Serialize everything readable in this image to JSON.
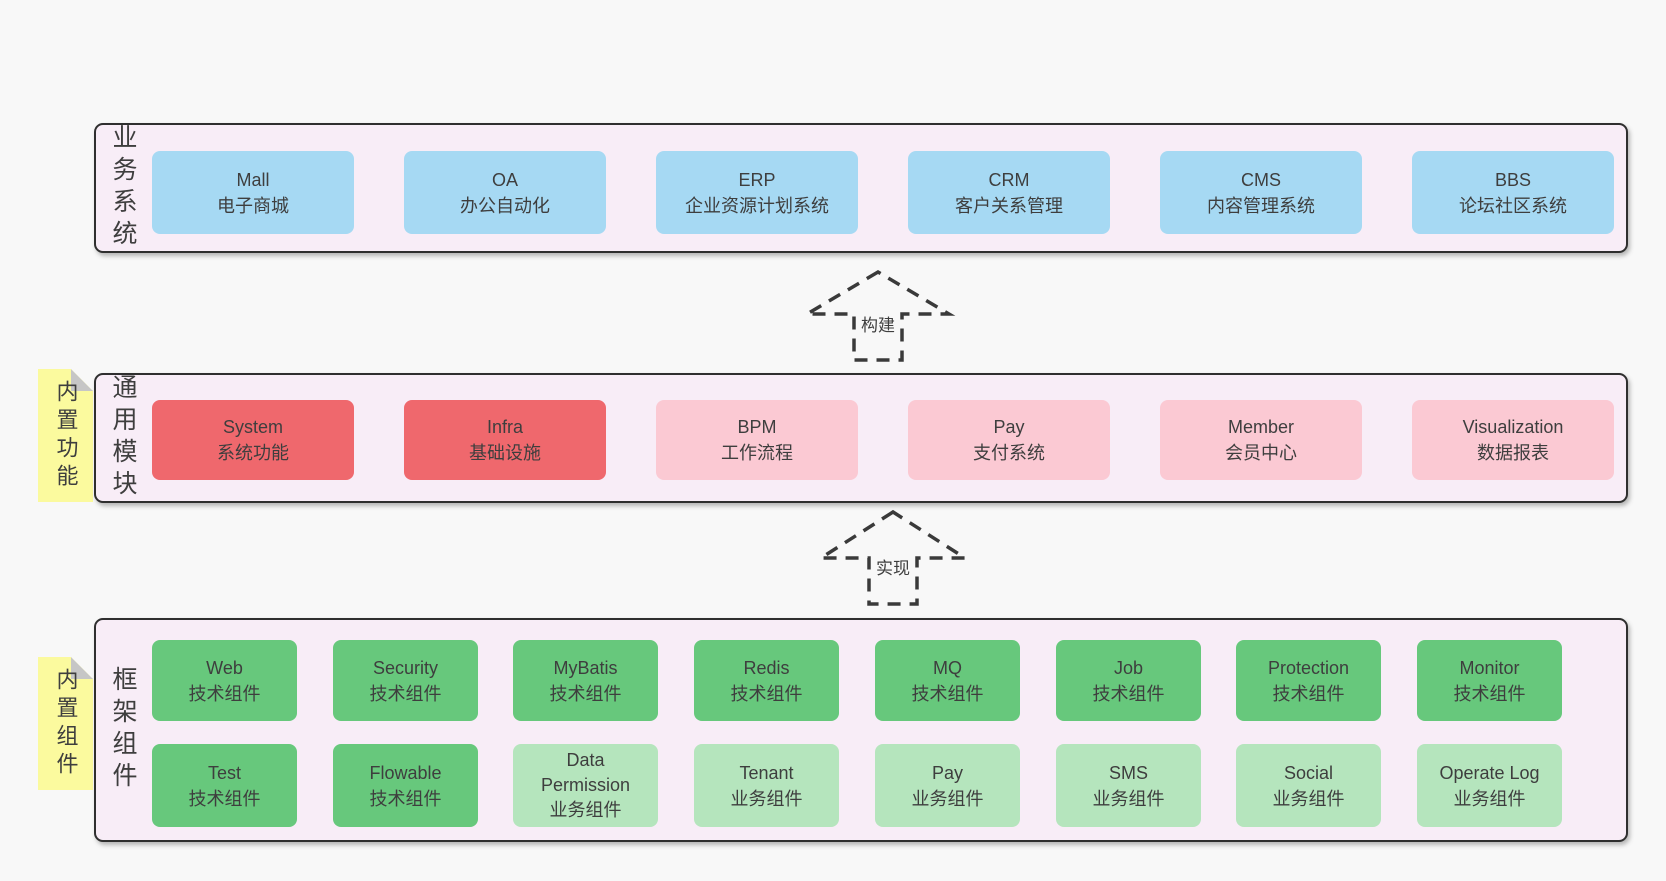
{
  "colors": {
    "page_bg": "#f8f8f8",
    "container_bg": "#f8edf7",
    "container_border": "#2f2f2f",
    "business_box_blue": "#a6d9f3",
    "core_module_red": "#ef686d",
    "module_pink": "#fbc9d3",
    "tech_component_green": "#67c87c",
    "biz_component_light_green": "#b5e5bd",
    "sticky_note_yellow": "#fbfa9e",
    "text": "#3e3e3e"
  },
  "arrows": [
    {
      "label": "构建"
    },
    {
      "label": "实现"
    }
  ],
  "layers": [
    {
      "side_label": "业务系统",
      "boxes": [
        {
          "name": "Mall",
          "sub": "电子商城"
        },
        {
          "name": "OA",
          "sub": "办公自动化"
        },
        {
          "name": "ERP",
          "sub": "企业资源计划系统"
        },
        {
          "name": "CRM",
          "sub": "客户关系管理"
        },
        {
          "name": "CMS",
          "sub": "内容管理系统"
        },
        {
          "name": "BBS",
          "sub": "论坛社区系统"
        }
      ]
    },
    {
      "side_label": "通用模块",
      "note": "内置功能",
      "boxes": [
        {
          "name": "System",
          "sub": "系统功能"
        },
        {
          "name": "Infra",
          "sub": "基础设施"
        },
        {
          "name": "BPM",
          "sub": "工作流程"
        },
        {
          "name": "Pay",
          "sub": "支付系统"
        },
        {
          "name": "Member",
          "sub": "会员中心"
        },
        {
          "name": "Visualization",
          "sub": "数据报表"
        }
      ]
    },
    {
      "side_label": "框架组件",
      "note": "内置组件",
      "rows": [
        [
          {
            "name": "Web",
            "sub": "技术组件"
          },
          {
            "name": "Security",
            "sub": "技术组件"
          },
          {
            "name": "MyBatis",
            "sub": "技术组件"
          },
          {
            "name": "Redis",
            "sub": "技术组件"
          },
          {
            "name": "MQ",
            "sub": "技术组件"
          },
          {
            "name": "Job",
            "sub": "技术组件"
          },
          {
            "name": "Protection",
            "sub": "技术组件"
          },
          {
            "name": "Monitor",
            "sub": "技术组件"
          }
        ],
        [
          {
            "name": "Test",
            "sub": "技术组件"
          },
          {
            "name": "Flowable",
            "sub": "技术组件"
          },
          {
            "name": "Data Permission",
            "sub": "业务组件"
          },
          {
            "name": "Tenant",
            "sub": "业务组件"
          },
          {
            "name": "Pay",
            "sub": "业务组件"
          },
          {
            "name": "SMS",
            "sub": "业务组件"
          },
          {
            "name": "Social",
            "sub": "业务组件"
          },
          {
            "name": "Operate Log",
            "sub": "业务组件"
          }
        ]
      ]
    }
  ]
}
